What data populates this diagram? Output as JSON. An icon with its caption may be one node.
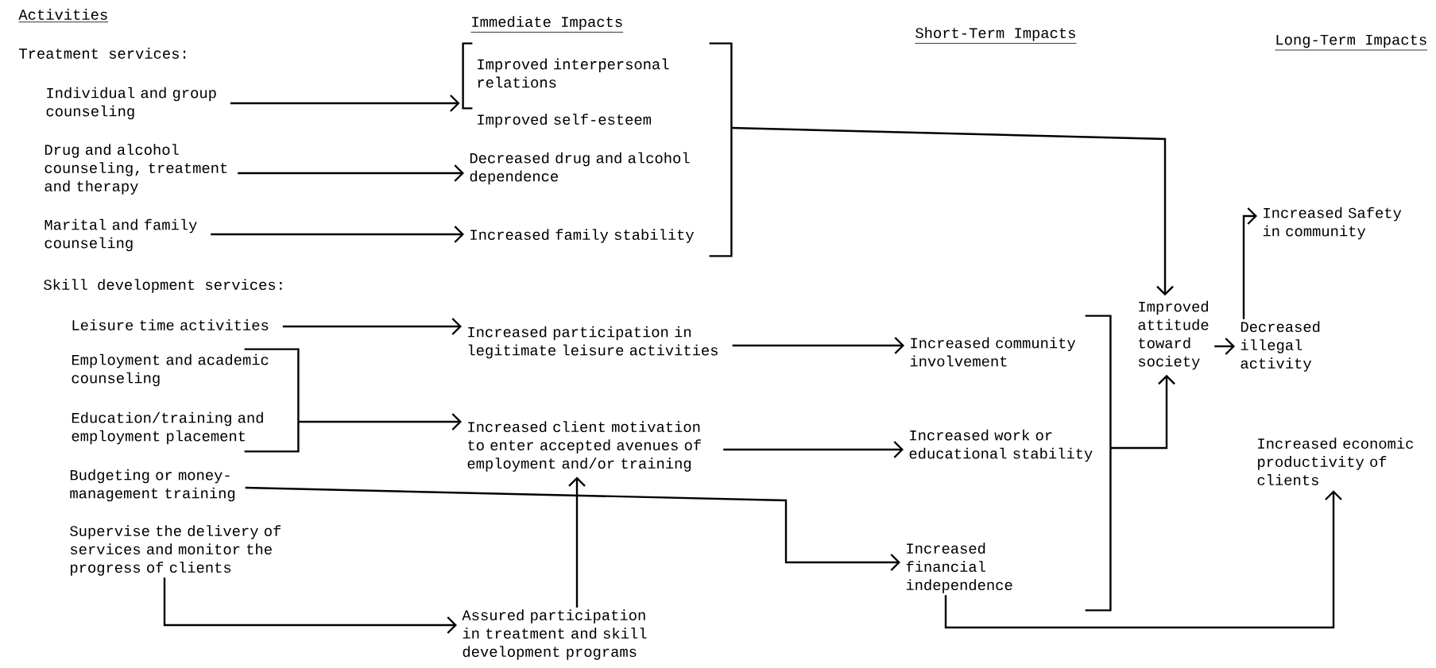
{
  "diagram": {
    "nodes": [
      {
        "text": [
          "Individual and group counseling"
        ]
      },
      {
        "text": [
          "Drug and alcohol counseling, treatment and therapy"
        ]
      },
      {
        "text": [
          "Marital and family counseling"
        ]
      },
      {
        "text": [
          "Leisure time activities"
        ]
      },
      {
        "text": [],
        "shape": "bracket"
      },
      {
        "text": [
          "Employment and academic counseling"
        ]
      },
      {
        "text": [
          "Education/training and employment placement"
        ]
      },
      {
        "text": [
          "Budgeting or money-management training"
        ]
      },
      {
        "text": [
          "Supervise the delivery of services and monitor the progress of clients"
        ]
      },
      {
        "text": [],
        "shape": "bracket"
      },
      {
        "text": [],
        "shape": "bracket"
      },
      {
        "text": [
          "Improved interpersonal relations"
        ]
      },
      {
        "text": [
          "Improved self-esteem"
        ]
      },
      {
        "text": [
          "Decreased drug and alcohol dependence"
        ]
      },
      {
        "text": [
          "Increased family stability"
        ]
      },
      {
        "text": [
          "Increased participation in legitimate leisure activities"
        ]
      },
      {
        "text": [
          "Increased client motivation to enter accepted avenues of employment and/or training"
        ]
      },
      {
        "text": [
          "Assured participation in treatment and skill development programs"
        ]
      },
      {
        "text": [],
        "shape": "bracket"
      },
      {
        "text": [
          "Increased community involvement"
        ]
      },
      {
        "text": [
          "Increased work or educational stability"
        ]
      },
      {
        "text": [
          "Increased financial independence"
        ]
      },
      {
        "text": [
          "Improved attitude toward society"
        ]
      },
      {
        "text": [
          "Decreased illegal activity"
        ]
      },
      {
        "text": [
          "Increased Safety in community"
        ]
      },
      {
        "text": [
          "Increased economic productivity of clients"
        ]
      }
    ],
    "edges": [
      {
        "from": 0,
        "to": 10,
        "arrow": "to"
      },
      {
        "from": 1,
        "to": 13,
        "arrow": "to"
      },
      {
        "from": 2,
        "to": 14,
        "arrow": "to"
      },
      {
        "from": 3,
        "to": 15,
        "arrow": "to"
      },
      {
        "from": 4,
        "to": 16,
        "arrow": "to"
      },
      {
        "from": 7,
        "to": 21,
        "arrow": "to"
      },
      {
        "from": 8,
        "to": 17,
        "arrow": "to"
      },
      {
        "from": 17,
        "to": 16,
        "arrow": "to"
      },
      {
        "from": 9,
        "to": 22,
        "arrow": "to"
      },
      {
        "from": 15,
        "to": 19,
        "arrow": "to"
      },
      {
        "from": 16,
        "to": 20,
        "arrow": "to"
      },
      {
        "from": 18,
        "to": 22,
        "arrow": "to"
      },
      {
        "from": 22,
        "to": 23,
        "arrow": "to"
      },
      {
        "from": 23,
        "to": 24,
        "arrow": "to"
      },
      {
        "from": 21,
        "to": 25,
        "arrow": "to"
      }
    ],
    "labels": [
      "Activities",
      "Immediate Impacts",
      "Short-Term Impacts",
      "Long-Term Impacts",
      "Treatment services:",
      "Skill development services:"
    ]
  }
}
